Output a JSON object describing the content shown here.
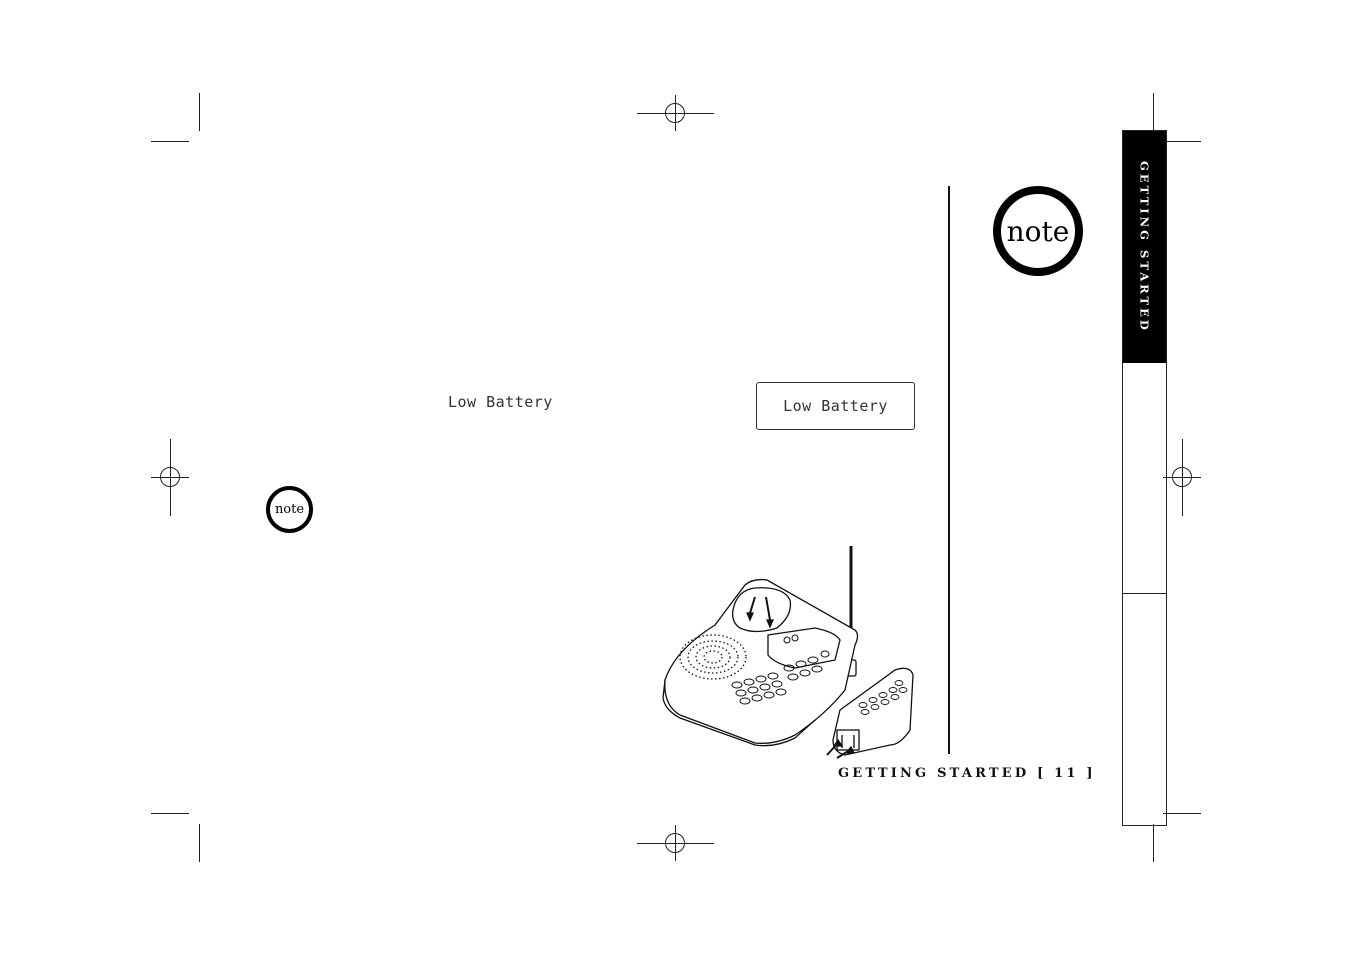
{
  "note_badge_large": {
    "label": "note"
  },
  "note_badge_small": {
    "label": "note"
  },
  "lcd_inline": {
    "text": "Low Battery"
  },
  "lcd_display": {
    "text": "Low Battery"
  },
  "side_tab": {
    "active_label": "GETTING STARTED"
  },
  "footer": {
    "section": "GETTING STARTED",
    "page": "[ 11 ]"
  },
  "illustration": {
    "icon": "phone-base-with-handset-icon"
  }
}
